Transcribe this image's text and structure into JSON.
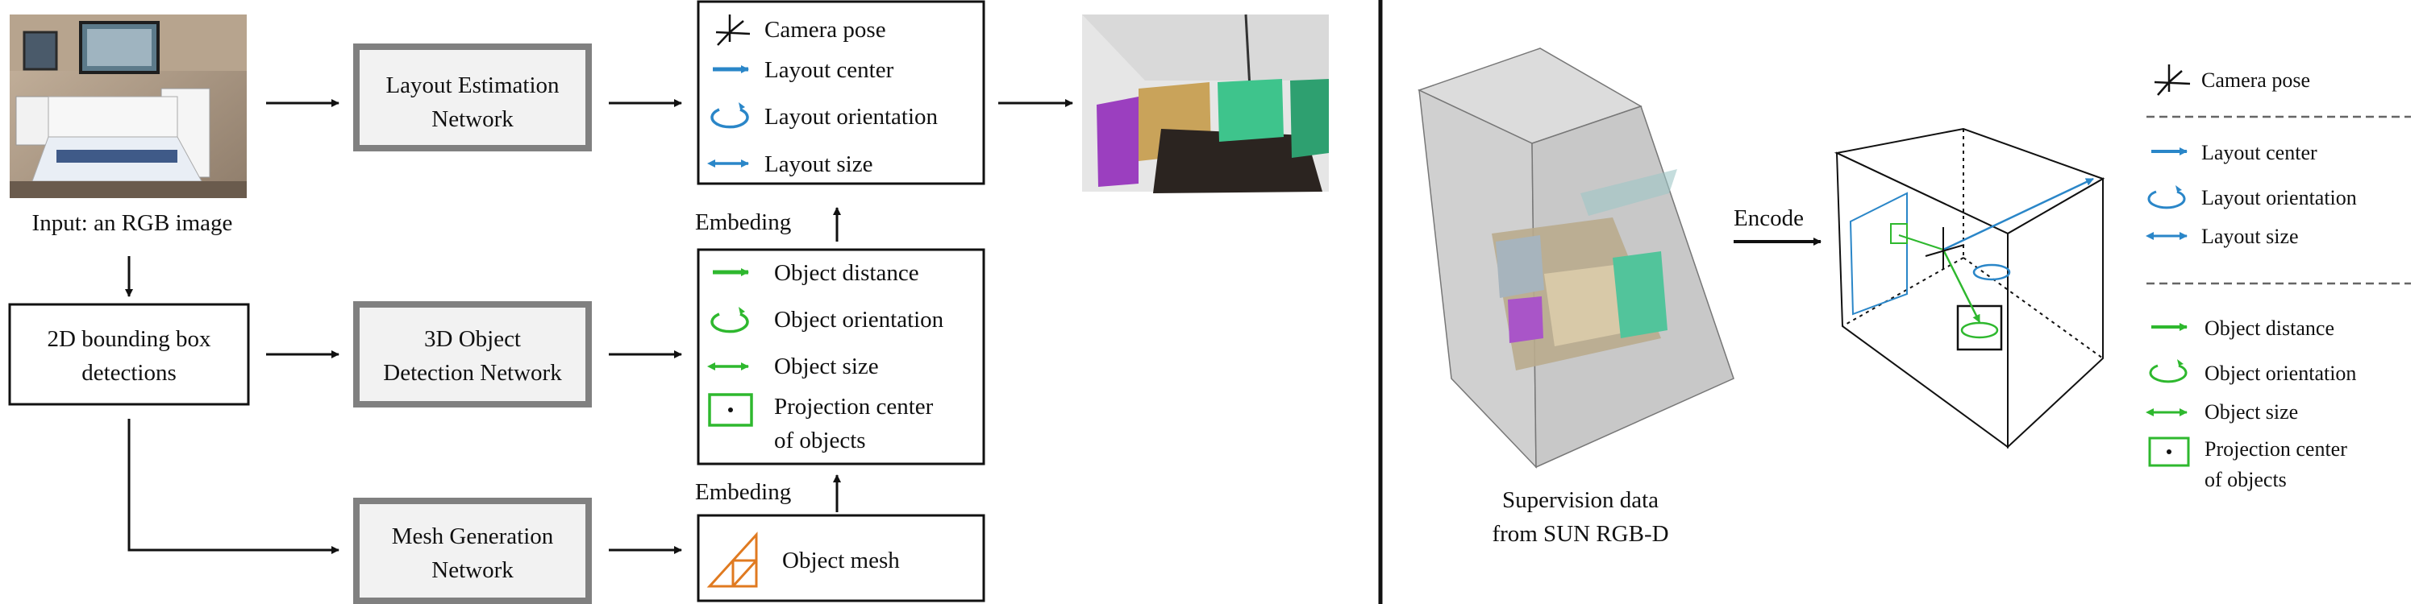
{
  "left_panel": {
    "input_label": "Input: an RGB image",
    "bbox_box": {
      "line1": "2D bounding box",
      "line2": "detections"
    },
    "layout_net": {
      "line1": "Layout Estimation",
      "line2": "Network"
    },
    "detect_net": {
      "line1": "3D Object",
      "line2": "Detection Network"
    },
    "mesh_net": {
      "line1": "Mesh Generation",
      "line2": "Network"
    },
    "layout_outputs": [
      "Camera pose",
      "Layout center",
      "Layout orientation",
      "Layout size"
    ],
    "object_outputs": [
      "Object distance",
      "Object orientation",
      "Object size",
      "Projection center",
      "of objects"
    ],
    "embed_label_1": "Embeding",
    "embed_label_2": "Embeding",
    "mesh_output": "Object mesh"
  },
  "right_panel": {
    "supervision_label": {
      "line1": "Supervision data",
      "line2": "from SUN RGB-D"
    },
    "encode_label": "Encode",
    "legend_layout": [
      "Camera pose",
      "Layout center",
      "Layout orientation",
      "Layout size"
    ],
    "legend_object": [
      "Object distance",
      "Object orientation",
      "Object size",
      "Projection center",
      "of objects"
    ]
  },
  "colors": {
    "blue": "#2a86c8",
    "green": "#2eb82e",
    "orange": "#e07a20",
    "box_grey": "#808080",
    "box_fill": "#f2f2f2"
  },
  "icons": {
    "camera": "camera-axes-icon",
    "center": "right-arrow-icon",
    "orientation": "circular-arrow-icon",
    "size": "double-arrow-icon",
    "projection": "projection-box-icon",
    "mesh": "triangle-mesh-icon"
  }
}
